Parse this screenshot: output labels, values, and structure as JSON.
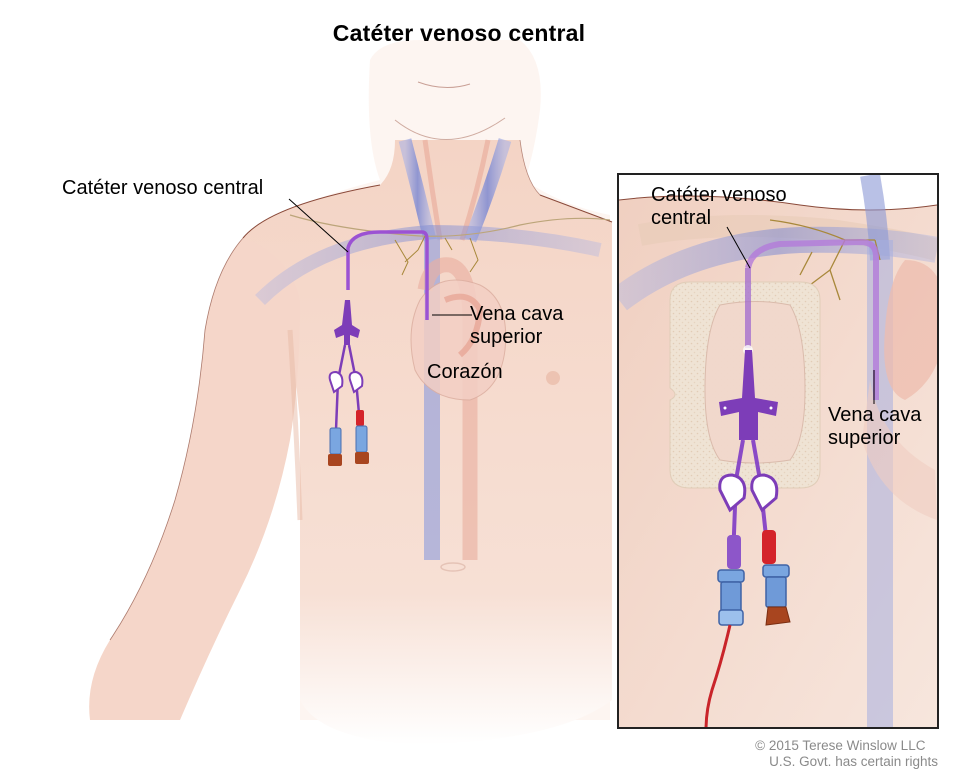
{
  "title": "Catéter venoso central",
  "main_view": {
    "labels": {
      "catheter": "Catéter venoso central",
      "svc_line1": "Vena cava",
      "svc_line2": "superior",
      "heart": "Corazón"
    }
  },
  "inset_view": {
    "labels": {
      "catheter_line1": "Catéter venoso",
      "catheter_line2": "central",
      "svc_line1": "Vena cava",
      "svc_line2": "superior"
    }
  },
  "credit": {
    "line1": "© 2015 Terese Winslow LLC",
    "line2": "U.S. Govt. has certain rights"
  },
  "colors": {
    "skin": "#f6dcd0",
    "skin_shadow": "#eec2b0",
    "skin_outline": "#8a4a3a",
    "vein": "#8b97d6",
    "artery": "#e8a898",
    "catheter": "#8a3fc4",
    "clamp_red": "#d4232a",
    "connector_blue": "#7aa6e0",
    "cap_brown": "#a8451f",
    "nerve": "#a8883a",
    "dressing": "#efe2d2"
  }
}
